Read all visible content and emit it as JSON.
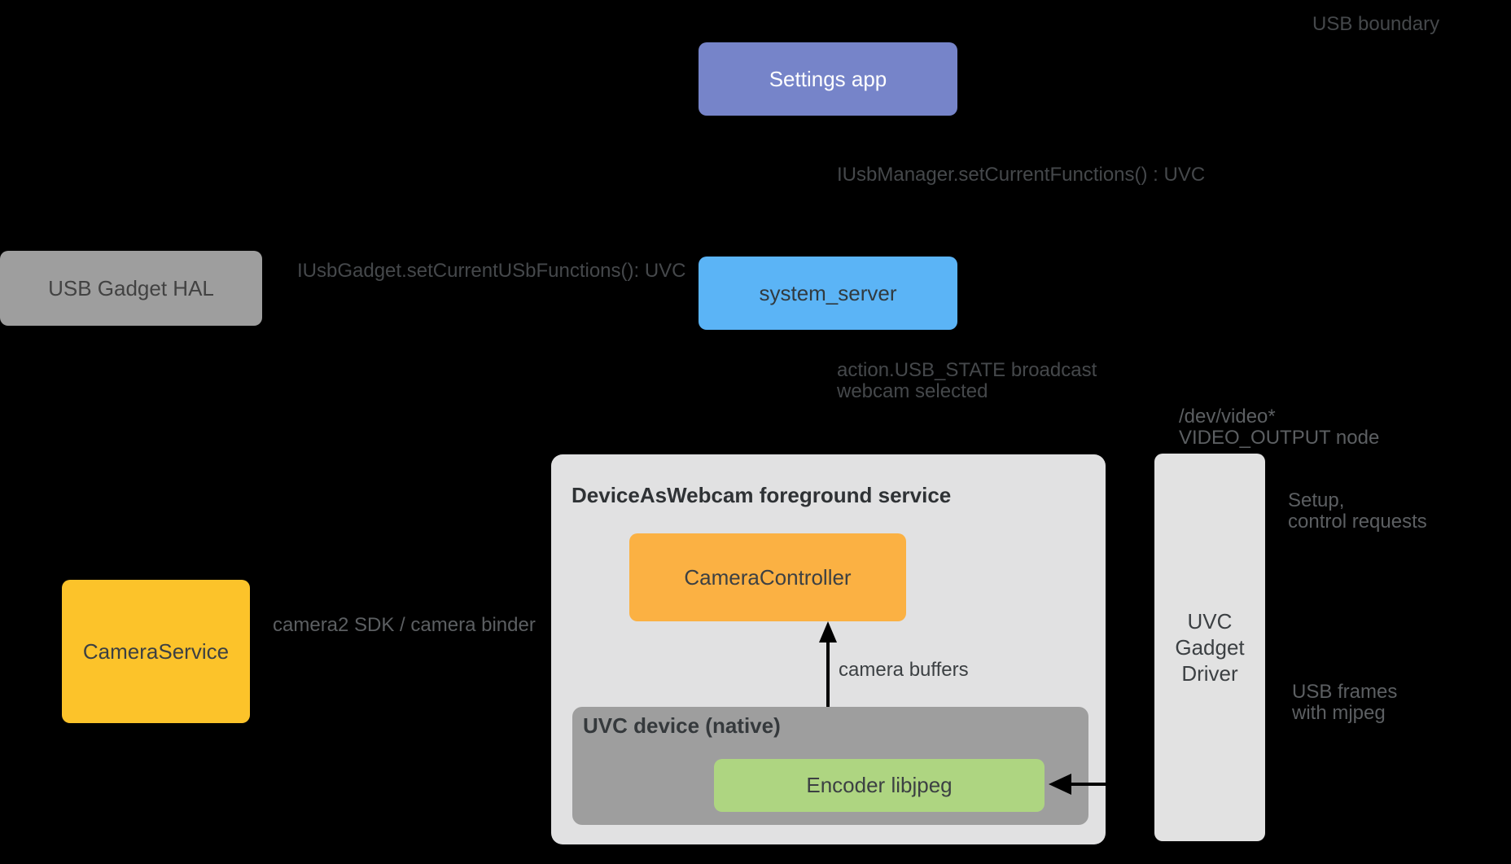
{
  "colors": {
    "background": "#000000",
    "arrow": "#000000",
    "label_dark": "#45484B",
    "label_light": "#5C5F62",
    "label_on_surface": "#3C4043"
  },
  "boxes": {
    "settings_app": {
      "label": "Settings app",
      "bg": "#7684C9",
      "fg": "#FFFFFF"
    },
    "system_server": {
      "label": "system_server",
      "bg": "#5BB4F6",
      "fg": "#313A3F"
    },
    "usb_gadget_hal": {
      "label": "USB Gadget HAL",
      "bg": "#9E9E9E",
      "fg": "#424242"
    },
    "camera_service": {
      "label": "CameraService",
      "bg": "#FCC32A",
      "fg": "#3C4043"
    },
    "camera_controller": {
      "label": "CameraController",
      "bg": "#FBB143",
      "fg": "#3C4043"
    },
    "encoder": {
      "label": "Encoder libjpeg",
      "bg": "#AED581",
      "fg": "#3C4043"
    },
    "uvc_gadget_driver": {
      "label": "UVC\nGadget\nDriver",
      "bg": "#E2E2E2",
      "fg": "#3C4043"
    }
  },
  "containers": {
    "webcam_service": {
      "title": "DeviceAsWebcam foreground service",
      "bg": "#E1E1E2",
      "fg": "#2F3235"
    },
    "uvc_native": {
      "title": "UVC device (native)",
      "bg": "#9E9E9E",
      "fg": "#35393C"
    }
  },
  "labels": {
    "usb_boundary": "USB boundary",
    "iusb_manager": "IUsbManager.setCurrentFunctions() : UVC",
    "iusb_gadget": "IUsbGadget.setCurrentUSbFunctions(): UVC",
    "usb_state": "action.USB_STATE broadcast\nwebcam selected",
    "dev_video": "/dev/video*\nVIDEO_OUTPUT node",
    "setup": "Setup,\ncontrol requests",
    "usb_frames": "USB frames\nwith mjpeg",
    "camera_sdk": "camera2 SDK / camera binder",
    "camera_buffers": "camera buffers"
  }
}
